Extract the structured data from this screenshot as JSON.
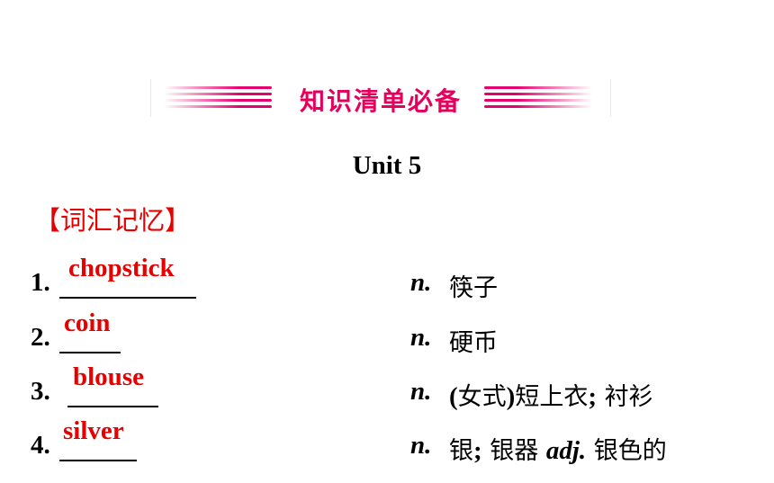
{
  "banner": {
    "title": "知识清单必备",
    "accent_color": "#e6006e"
  },
  "unit_title": "Unit 5",
  "section_title": "【词汇记忆】",
  "vocab": [
    {
      "number": "1.",
      "answer": "chopstick",
      "pos": "n.",
      "meaning": "筷子"
    },
    {
      "number": "2.",
      "answer": "coin",
      "pos": "n.",
      "meaning": "硬币"
    },
    {
      "number": "3.",
      "answer": "blouse",
      "pos": "n.",
      "meaning_parts": [
        "(",
        "女式",
        ")",
        "短上衣",
        ";",
        " 衬衫"
      ]
    },
    {
      "number": "4.",
      "answer": "silver",
      "pos": "n.",
      "meaning_parts": [
        "银",
        ";",
        " 银器 ",
        "adj.",
        " 银色的"
      ]
    }
  ],
  "colors": {
    "answer_red": "#e60000",
    "banner_pink": "#e6005c",
    "text": "#000000"
  }
}
